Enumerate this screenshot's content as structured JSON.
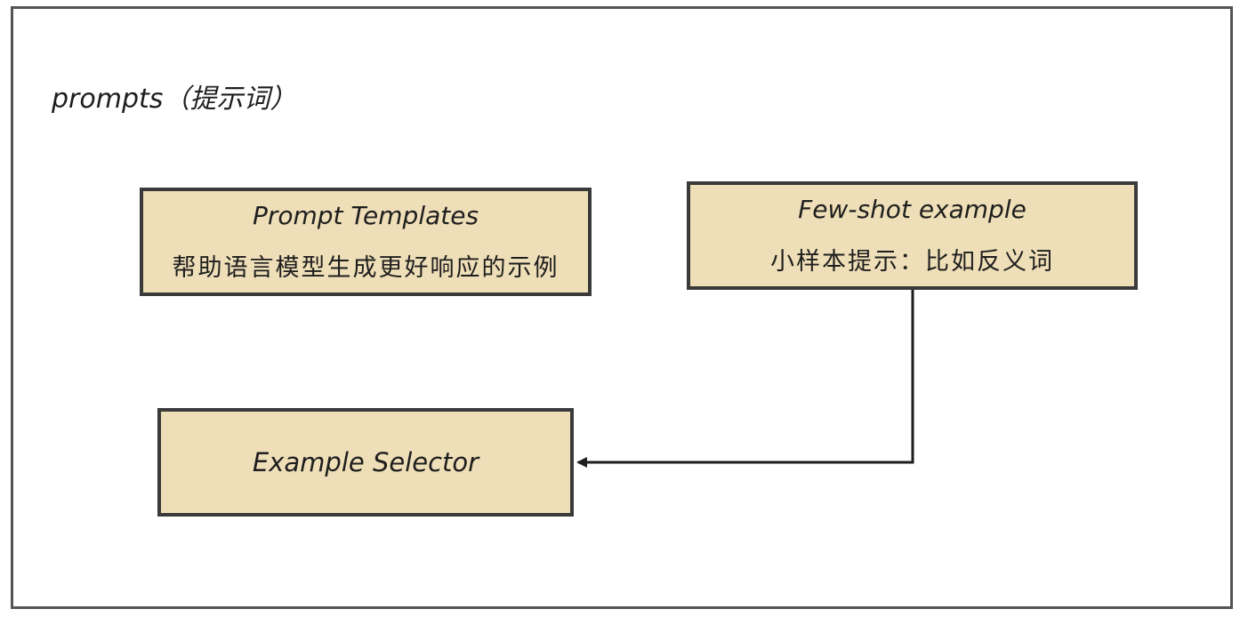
{
  "diagram": {
    "title": "prompts（提示词）",
    "nodes": [
      {
        "id": "prompt-templates",
        "title": "Prompt Templates",
        "subtitle": "帮助语言模型生成更好响应的示例"
      },
      {
        "id": "few-shot",
        "title": "Few-shot example",
        "subtitle": "小样本提示：比如反义词"
      },
      {
        "id": "example-selector",
        "title": "Example Selector"
      }
    ],
    "edges": [
      {
        "from": "few-shot",
        "to": "example-selector"
      }
    ]
  },
  "colors": {
    "node_fill": "#efdfb8",
    "node_border": "#3a3a3a",
    "frame_border": "#555555",
    "text": "#1e1e1e"
  }
}
